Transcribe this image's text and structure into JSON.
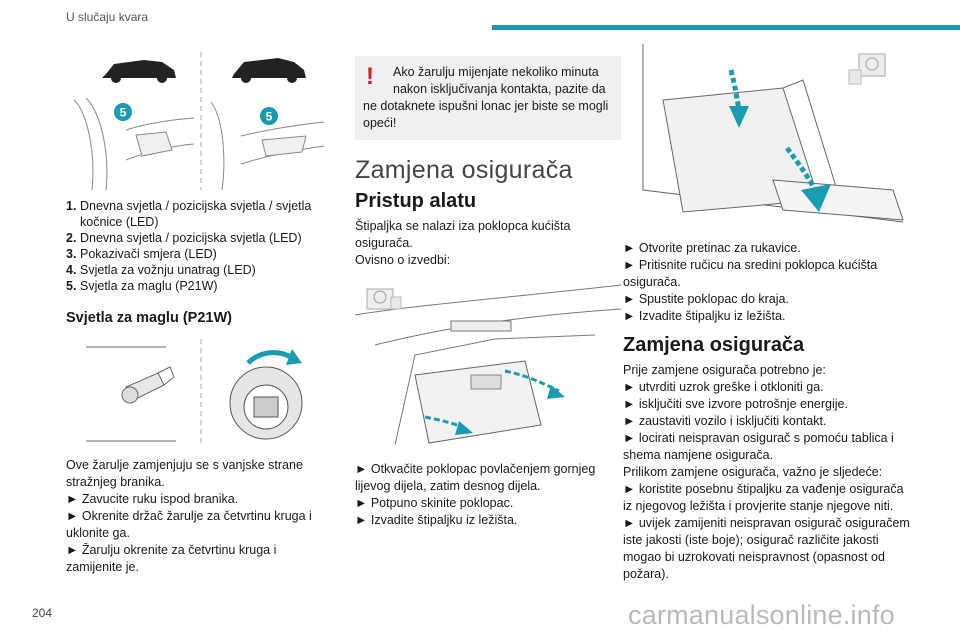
{
  "header": {
    "section": "U slučaju kvara"
  },
  "page_number": "204",
  "watermark": "carmanualsonline.info",
  "col1": {
    "fig1_badges": [
      "5",
      "5"
    ],
    "legend": [
      {
        "n": "1.",
        "text": "Dnevna svjetla / pozicijska svjetla / svjetla kočnice (LED)"
      },
      {
        "n": "2.",
        "text": "Dnevna svjetla / pozicijska svjetla (LED)"
      },
      {
        "n": "3.",
        "text": "Pokazivači smjera (LED)"
      },
      {
        "n": "4.",
        "text": "Svjetla za vožnju unatrag (LED)"
      },
      {
        "n": "5.",
        "text": "Svjetla za maglu (P21W)"
      }
    ],
    "heading": "Svjetla za maglu (P21W)",
    "lines": [
      "Ove žarulje zamjenjuju se s vanjske strane stražnjeg branika.",
      "► Zavucite ruku ispod branika.",
      "► Okrenite držač žarulje za četvrtinu kruga i uklonite ga.",
      "► Žarulju okrenite za četvrtinu kruga i zamijenite je."
    ]
  },
  "col2": {
    "warning_mark": "!",
    "warning_first": "Ako žarulju mijenjate nekoliko minuta nakon isključivanja kontakta, pazite da",
    "warning_rest": "ne dotaknete ispušni lonac jer biste se mogli opeći!",
    "section_title": "Zamjena osigurača",
    "subheading": "Pristup alatu",
    "intro": [
      "Štipaljka se nalazi iza poklopca kućišta osigurača.",
      "Ovisno o izvedbi:"
    ],
    "steps": [
      "► Otkvačite poklopac povlačenjem gornjeg lijevog dijela, zatim desnog dijela.",
      "► Potpuno skinite poklopac.",
      "► Izvadite štipaljku iz ležišta."
    ]
  },
  "col3": {
    "steps": [
      "► Otvorite pretinac za rukavice.",
      "► Pritisnite ručicu na sredini poklopca kućišta osigurača.",
      "► Spustite poklopac do kraja.",
      "► Izvadite štipaljku iz ležišta."
    ],
    "heading": "Zamjena osigurača",
    "lines": [
      "Prije zamjene osigurača potrebno je:",
      "► utvrditi uzrok greške i otkloniti ga.",
      "► isključiti sve izvore potrošnje energije.",
      "► zaustaviti vozilo i isključiti kontakt.",
      "► locirati neispravan osigurač s pomoću tablica i shema namjene osigurača.",
      "Prilikom zamjene osigurača, važno je sljedeće:",
      "► koristite posebnu štipaljku za vađenje osigurača iz njegovog ležišta i provjerite stanje njegove niti.",
      "► uvijek zamijeniti neispravan osigurač osiguračem iste jakosti (iste boje); osigurač različite jakosti mogao bi uzrokovati neispravnost (opasnost od požara)."
    ]
  }
}
